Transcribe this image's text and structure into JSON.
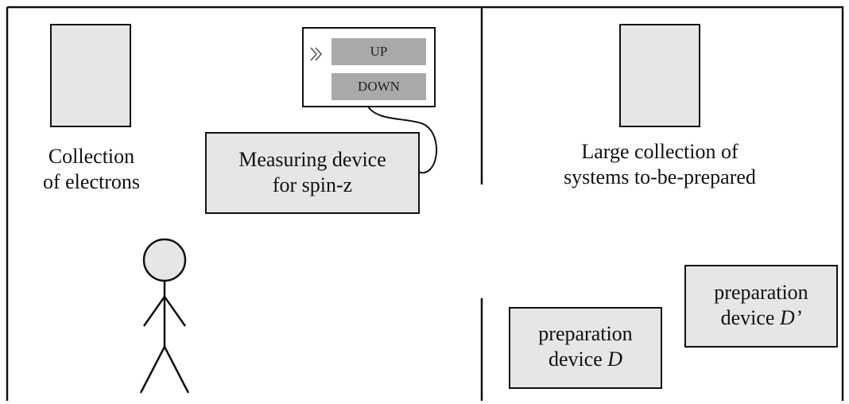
{
  "left_panel": {
    "collection_label": [
      "Collection",
      "of electrons"
    ],
    "measuring_device_label": [
      "Measuring device",
      "for spin-z"
    ],
    "readout": {
      "indicator_icon": "double-chevron-right-icon",
      "up_label": "UP",
      "down_label": "DOWN"
    },
    "observer_icon": "stick-figure-icon"
  },
  "right_panel": {
    "collection_label": [
      "Large collection of",
      "systems to-be-prepared"
    ],
    "prep_device_d": {
      "line1": "preparation",
      "line2_text": "device ",
      "line2_var": "D"
    },
    "prep_device_d_prime": {
      "line1": "preparation",
      "line2_text": "device ",
      "line2_var": "D’"
    }
  },
  "colors": {
    "box_fill": "#e6e6e6",
    "button_fill": "#a9a9a9",
    "stroke": "#111111"
  }
}
